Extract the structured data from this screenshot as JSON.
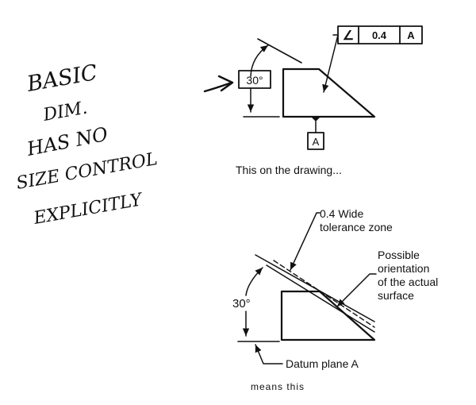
{
  "handwritten_note": [
    "BASIC",
    "DIM.",
    "HAS NO",
    "SIZE CONTROL",
    "EXPLICITLY"
  ],
  "top_view": {
    "basic_dimension": "30°",
    "control_frame": {
      "symbol": "∠",
      "tolerance": "0.4",
      "datum": "A"
    },
    "datum_feature": "A",
    "caption": "This on the drawing..."
  },
  "bottom_view": {
    "angle_label": "30°",
    "tolerance_zone_label": [
      "0.4 Wide",
      "tolerance zone"
    ],
    "orientation_label": [
      "Possible",
      "orientation",
      "of the actual",
      "surface"
    ],
    "datum_plane_label": "Datum plane A",
    "caption": "means this"
  }
}
